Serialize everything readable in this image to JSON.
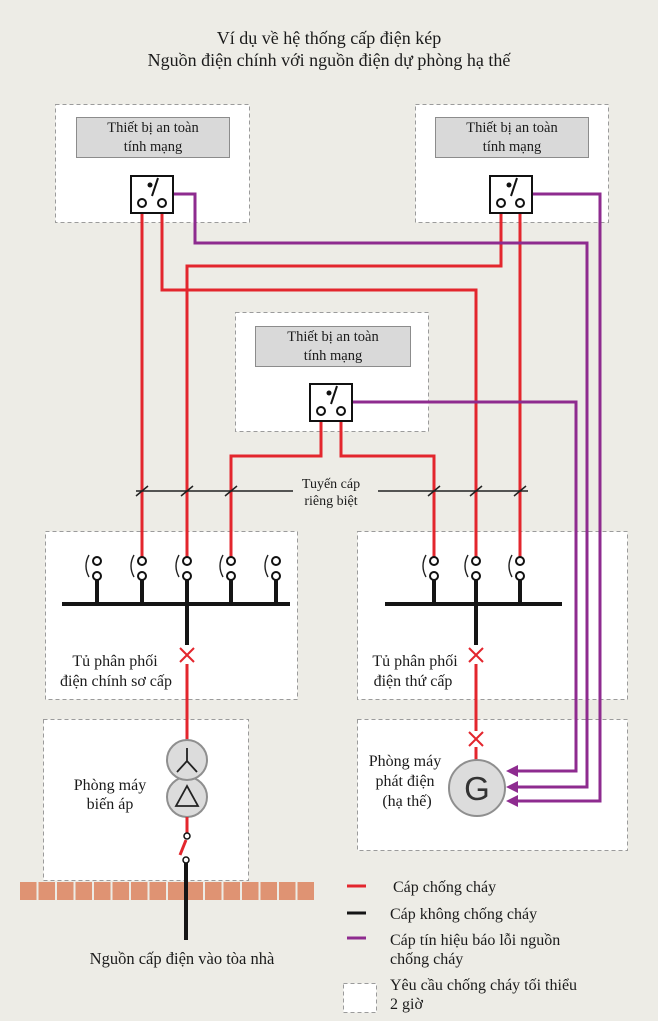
{
  "title": {
    "line1": "Ví dụ về hệ thống cấp điện kép",
    "line2": "Nguồn điện chính với nguồn điện dự phòng hạ thế"
  },
  "devices": [
    {
      "line1": "Thiết bị an toàn",
      "line2": "tính mạng"
    },
    {
      "line1": "Thiết bị an toàn",
      "line2": "tính mạng"
    },
    {
      "line1": "Thiết bị an toàn",
      "line2": "tính mạng"
    }
  ],
  "separate_route": {
    "line1": "Tuyến cáp",
    "line2": "riêng biệt"
  },
  "main_board": {
    "line1": "Tủ phân phối",
    "line2": "điện chính sơ cấp"
  },
  "secondary_board": {
    "line1": "Tủ phân phối",
    "line2": "điện thứ cấp"
  },
  "transformer_room": {
    "line1": "Phòng máy",
    "line2": "biến áp"
  },
  "generator_room": {
    "line1": "Phòng máy",
    "line2": "phát điện",
    "line3": "(hạ thế)"
  },
  "generator_symbol": "G",
  "incoming_supply": "Nguồn cấp điện vào tòa nhà",
  "legend": [
    {
      "label": "Cáp chống cháy"
    },
    {
      "label": "Cáp không chống cháy"
    },
    {
      "label_line1": "Cáp tín hiệu báo lỗi nguồn",
      "label_line2": "chống cháy"
    },
    {
      "label_line1": "Yêu cầu chống cháy tối thiểu",
      "label_line2": "2 giờ"
    }
  ],
  "colors": {
    "background": "#edece6",
    "fire_rated_cable": "#e3262d",
    "non_fire_rated_cable": "#151515",
    "signal_cable": "#8e2b8f",
    "zone_border": "#9b9b9b",
    "device_label_fill": "#d9d9d9",
    "brick": "#df9373",
    "symbol_fill": "#dcdcdc"
  }
}
